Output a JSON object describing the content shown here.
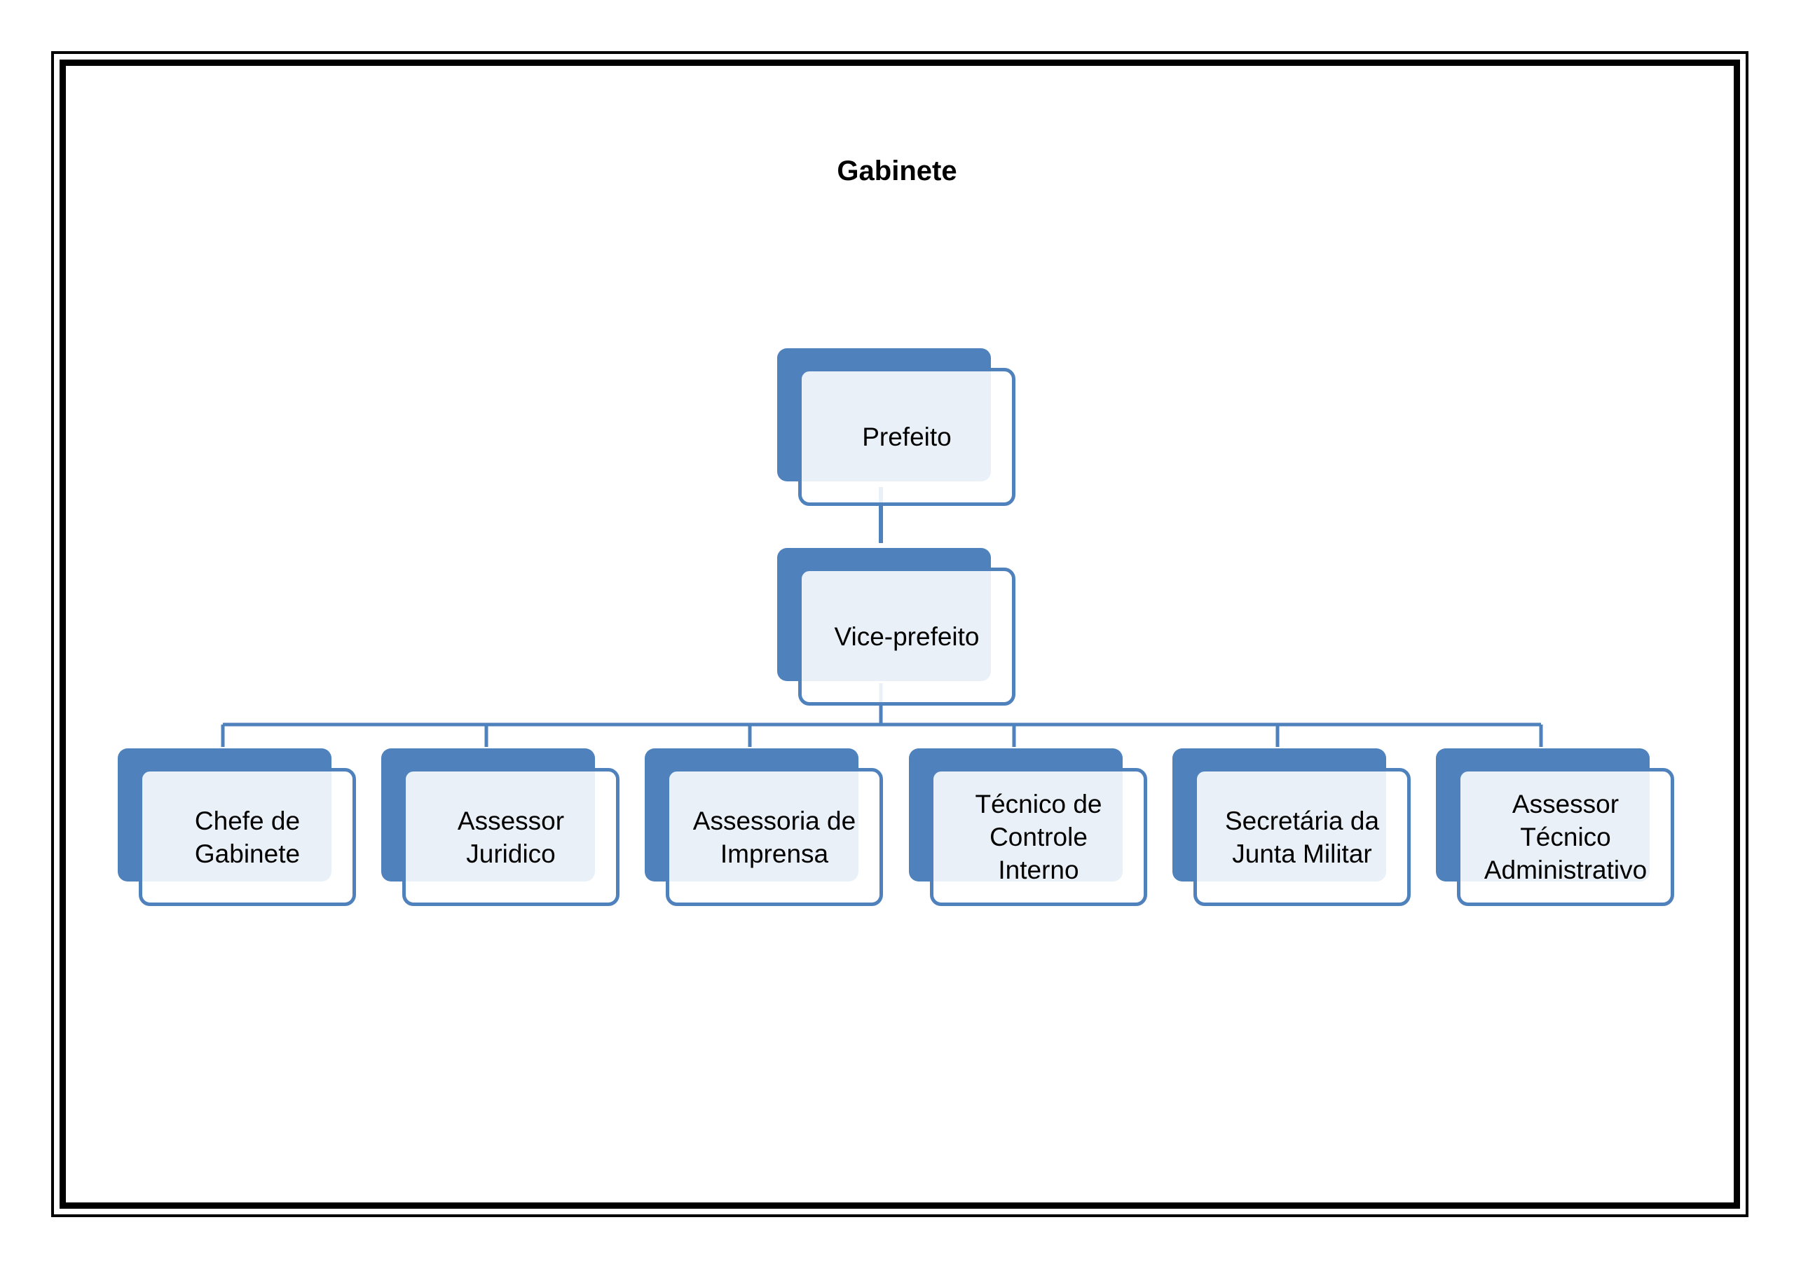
{
  "title": "Gabinete",
  "colors": {
    "box_back": "#4f81bd",
    "box_border": "#4f81bd",
    "connector": "#4f81bd",
    "frame": "#000000"
  },
  "org_chart": {
    "root": "Prefeito",
    "level2": "Vice-prefeito",
    "children": [
      "Chefe de\nGabinete",
      "Assessor\nJuridico",
      "Assessoria de\nImprensa",
      "Técnico de\nControle\nInterno",
      "Secretária da\nJunta Militar",
      "Assessor\nTécnico\nAdministrativo"
    ]
  }
}
